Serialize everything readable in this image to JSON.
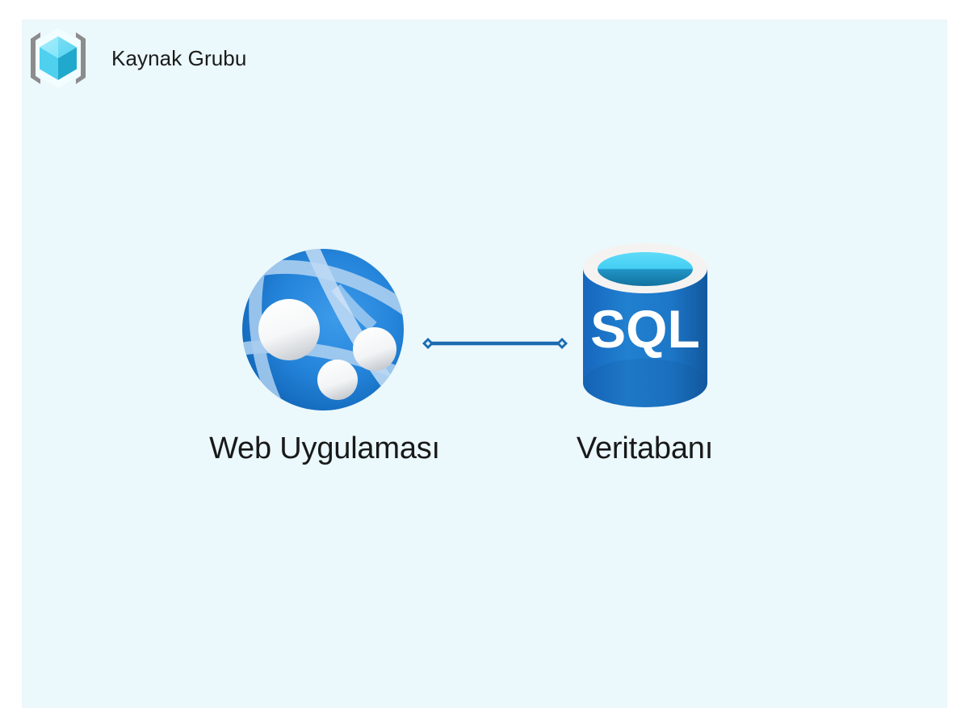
{
  "canvas": {
    "background_color": "#ebf8fc",
    "page_background_color": "#ffffff"
  },
  "resource_group": {
    "title": "Kaynak Grubu",
    "logo_icon": "resource-group-cube-icon",
    "logo_colors": {
      "bracket": "#8c8c8c",
      "cube_top_left": "#74e0f7",
      "cube_top_right": "#4fcfee",
      "cube_left": "#45d3f2",
      "cube_right": "#1fa8cc",
      "cube_glow": "#e9fbff"
    },
    "title_color": "#1b1b1b"
  },
  "nodes": [
    {
      "id": "webapp",
      "label": "Web Uygulaması",
      "icon": "azure-app-service-globe-icon",
      "colors": {
        "globe_light": "#2f8fe0",
        "globe_dark": "#0f66b8",
        "band": "#a9cdf0",
        "band_light": "#d6e8fa",
        "sphere": "#ffffff",
        "sphere_shadow": "#c9cdd1"
      }
    },
    {
      "id": "database",
      "label": "Veritabanı",
      "icon": "azure-sql-database-cylinder-icon",
      "body_text": "SQL",
      "colors": {
        "rim": "#f4f3f1",
        "inner_top": "#4fd4f5",
        "inner_bottom": "#1b87b8",
        "body_light": "#2584d4",
        "body_dark": "#14599f",
        "text": "#ffffff"
      }
    }
  ],
  "connector": {
    "from": "webapp",
    "to": "database",
    "color": "#1a6bb0",
    "endpoint_shape": "diamond",
    "endpoint_fill": "#d8eefa",
    "line_width": 4
  }
}
